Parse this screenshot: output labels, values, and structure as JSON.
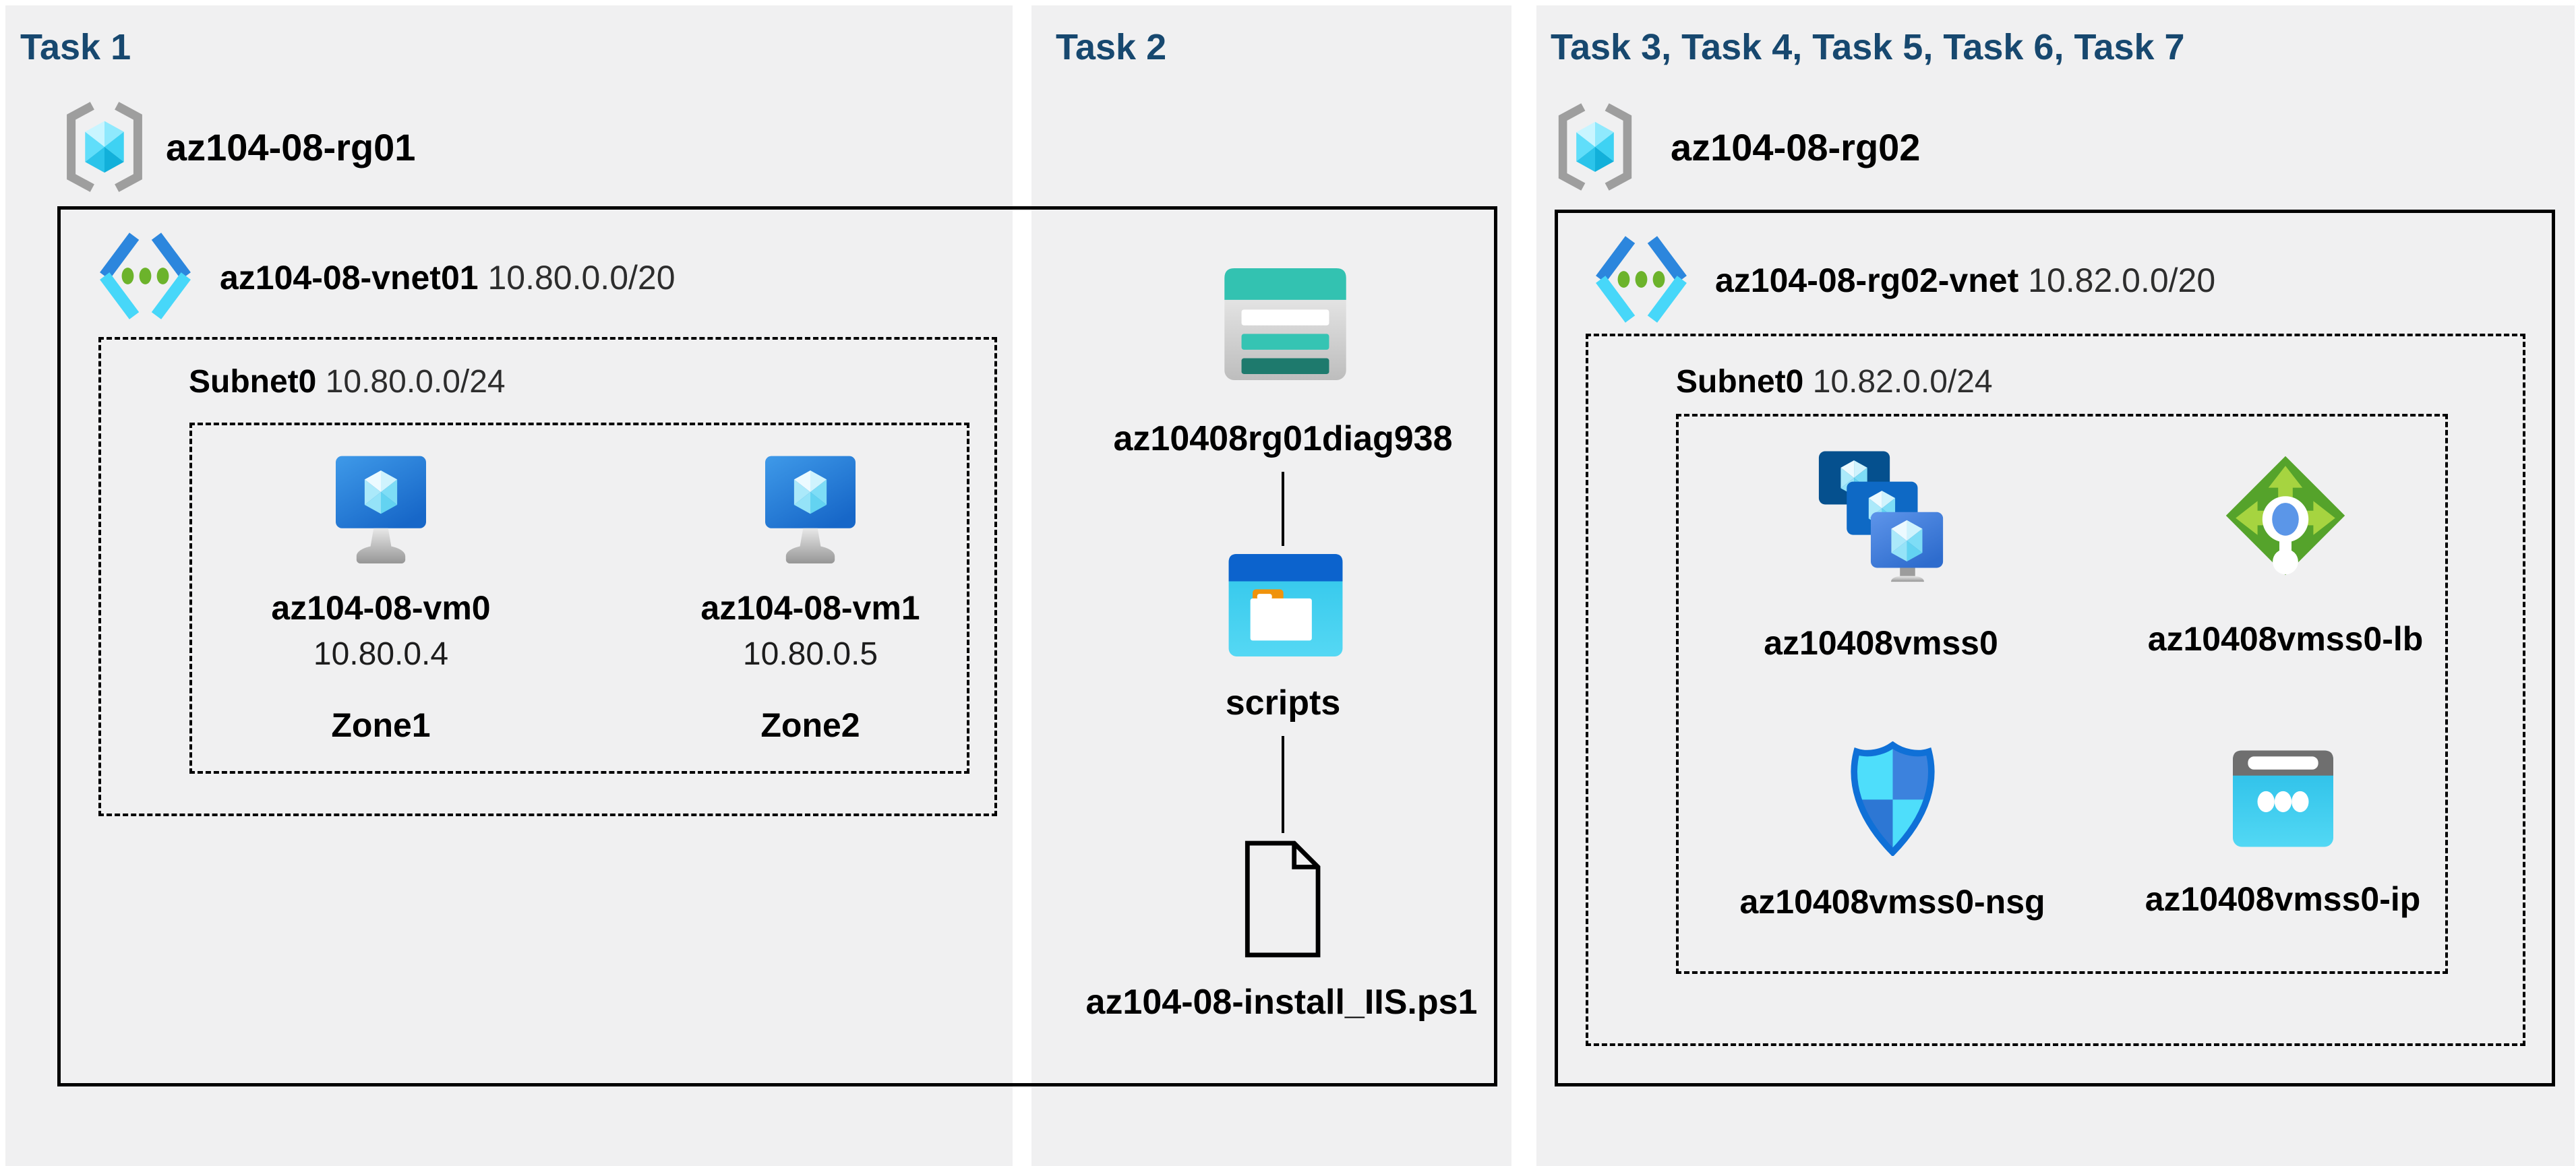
{
  "colors": {
    "header_text": "#17486f",
    "panel_background": "#f0f0f1",
    "box_outline": "#000000",
    "vm_blue": "#1b6fd4",
    "storage_teal": "#33c2b1",
    "lb_green": "#55a32b",
    "nsg_blue": "#0f70d7",
    "ip_cyan": "#35c8ee"
  },
  "icons": {
    "resource_group": "resource-group-icon",
    "virtual_network": "virtual-network-icon",
    "virtual_machine": "virtual-machine-icon",
    "storage_account": "storage-account-icon",
    "blob_container": "blob-container-icon",
    "file": "file-icon",
    "vm_scale_set": "vm-scale-set-icon",
    "load_balancer": "load-balancer-icon",
    "network_security_group": "nsg-shield-icon",
    "public_ip": "public-ip-icon"
  },
  "task1": {
    "title": "Task 1",
    "resource_group": "az104-08-rg01",
    "vnet": {
      "name": "az104-08-vnet01",
      "cidr": "10.80.0.0/20"
    },
    "subnet": {
      "name": "Subnet0",
      "cidr": "10.80.0.0/24"
    },
    "vms": [
      {
        "name": "az104-08-vm0",
        "ip": "10.80.0.4",
        "zone": "Zone1"
      },
      {
        "name": "az104-08-vm1",
        "ip": "10.80.0.5",
        "zone": "Zone2"
      }
    ]
  },
  "task2": {
    "title": "Task 2",
    "storage_account": "az10408rg01diag938",
    "container": "scripts",
    "file": "az104-08-install_IIS.ps1"
  },
  "task3": {
    "title": "Task 3, Task 4, Task 5, Task 6, Task 7",
    "resource_group": "az104-08-rg02",
    "vnet": {
      "name": "az104-08-rg02-vnet",
      "cidr": "10.82.0.0/20"
    },
    "subnet": {
      "name": "Subnet0",
      "cidr": "10.82.0.0/24"
    },
    "resources": [
      {
        "name": "az10408vmss0",
        "type": "vm-scale-set"
      },
      {
        "name": "az10408vmss0-lb",
        "type": "load-balancer"
      },
      {
        "name": "az10408vmss0-nsg",
        "type": "network-security-group"
      },
      {
        "name": "az10408vmss0-ip",
        "type": "public-ip"
      }
    ]
  }
}
